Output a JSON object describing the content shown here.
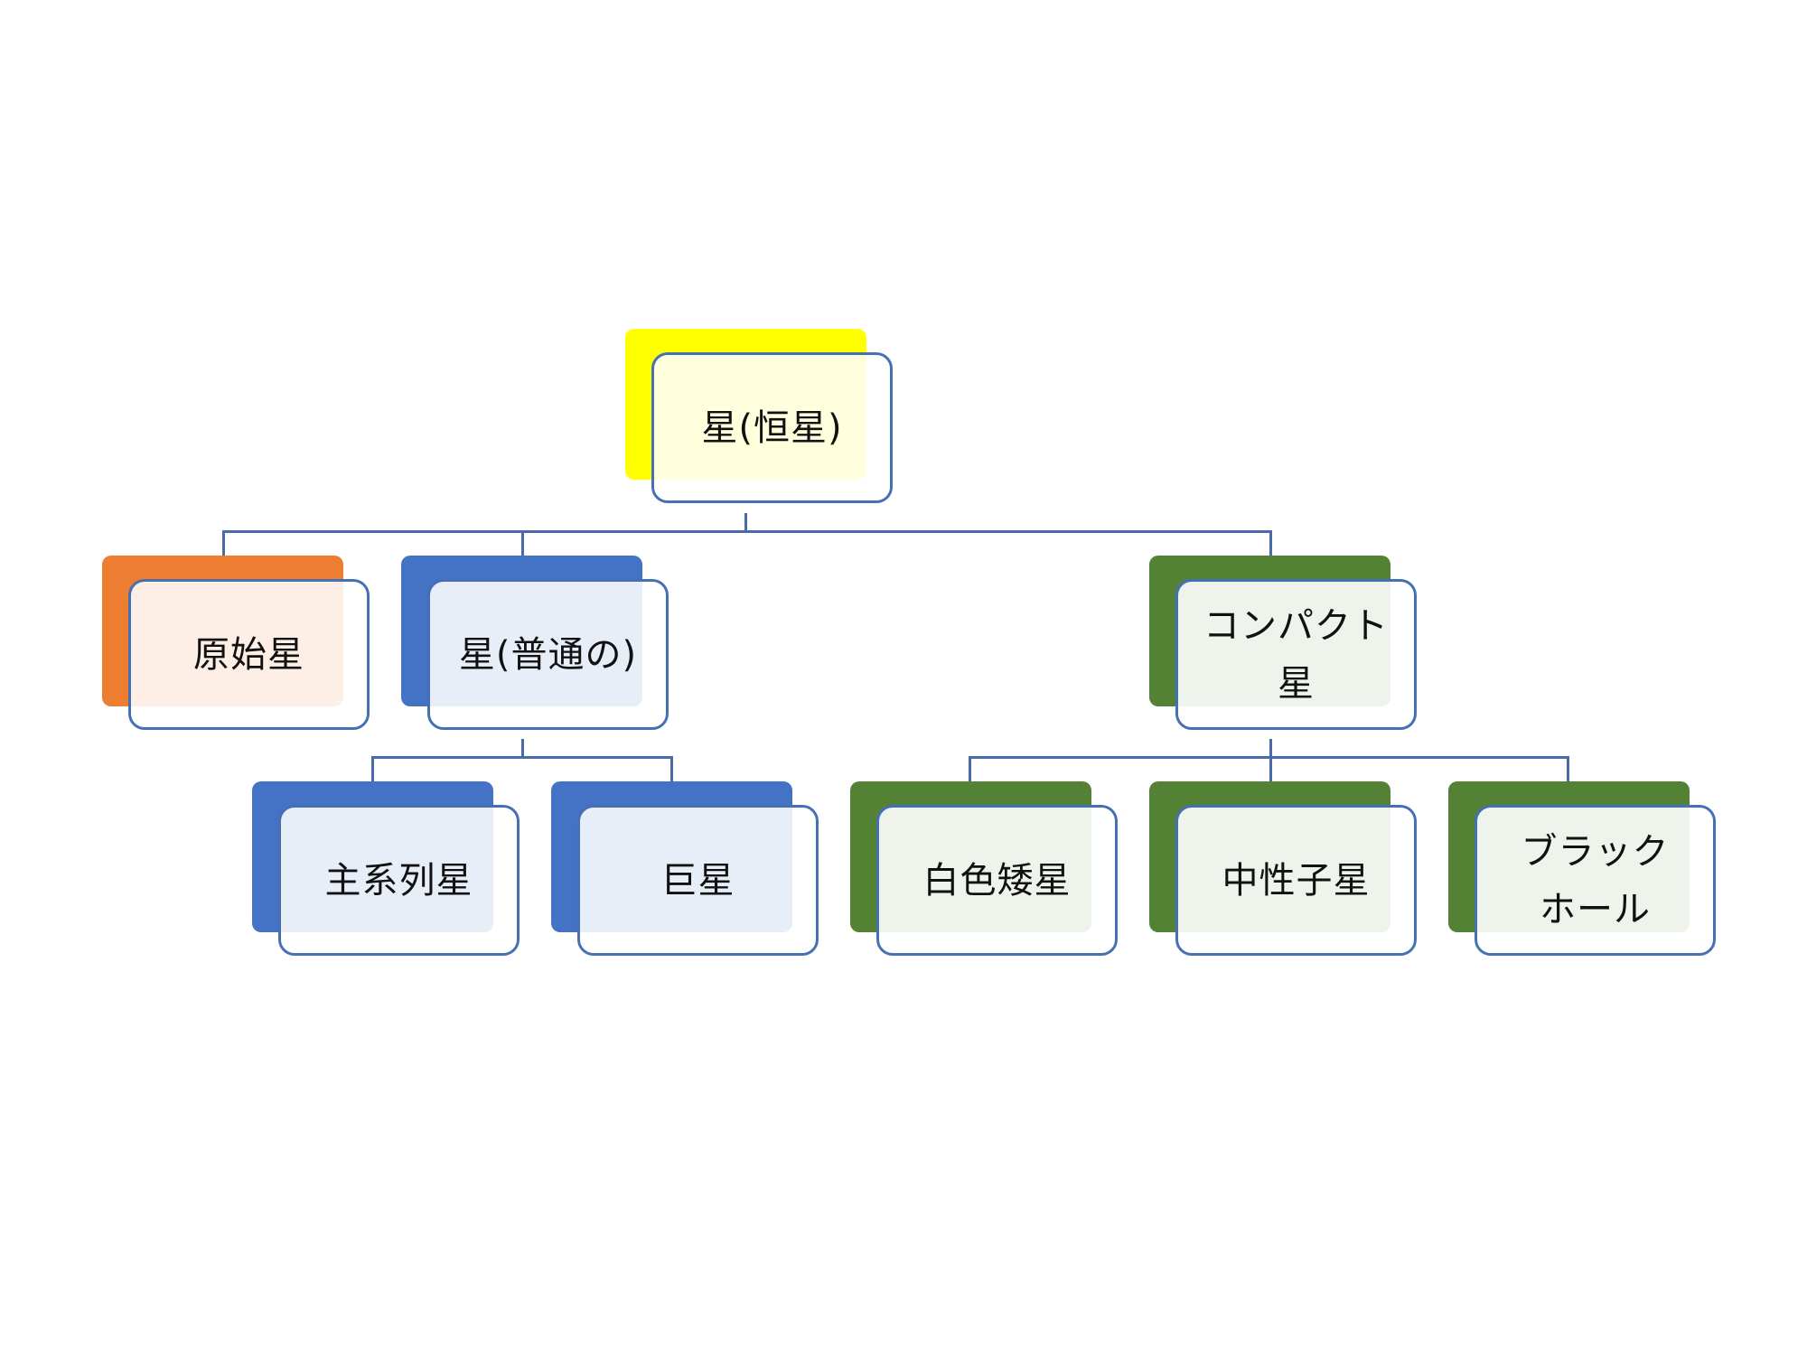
{
  "diagram": {
    "type": "org-chart",
    "nodes": {
      "root": {
        "label": "星(恒星)",
        "color": "#ffff00",
        "tint": "rgba(255,255,255,0.87)"
      },
      "protostar": {
        "label": "原始星",
        "color": "#ed7d31",
        "tint": "rgba(255,255,255,0.88)"
      },
      "ordinary_star": {
        "label": "星(普通の)",
        "color": "#4472c4",
        "tint": "rgba(255,255,255,0.88)"
      },
      "compact_star": {
        "label": "コンパクト\n星",
        "color": "#548235",
        "tint": "rgba(255,255,255,0.9)"
      },
      "main_sequence": {
        "label": "主系列星",
        "color": "#4472c4",
        "tint": "rgba(255,255,255,0.88)"
      },
      "giant": {
        "label": "巨星",
        "color": "#4472c4",
        "tint": "rgba(255,255,255,0.88)"
      },
      "white_dwarf": {
        "label": "白色矮星",
        "color": "#548235",
        "tint": "rgba(255,255,255,0.9)"
      },
      "neutron_star": {
        "label": "中性子星",
        "color": "#548235",
        "tint": "rgba(255,255,255,0.9)"
      },
      "black_hole": {
        "label": "ブラック\nホール",
        "color": "#548235",
        "tint": "rgba(255,255,255,0.9)"
      }
    },
    "edges": [
      [
        "root",
        "protostar"
      ],
      [
        "root",
        "ordinary_star"
      ],
      [
        "root",
        "compact_star"
      ],
      [
        "ordinary_star",
        "main_sequence"
      ],
      [
        "ordinary_star",
        "giant"
      ],
      [
        "compact_star",
        "white_dwarf"
      ],
      [
        "compact_star",
        "neutron_star"
      ],
      [
        "compact_star",
        "black_hole"
      ]
    ],
    "connector_color": "#4a6aa8",
    "card_border_color": "#4670b4"
  }
}
